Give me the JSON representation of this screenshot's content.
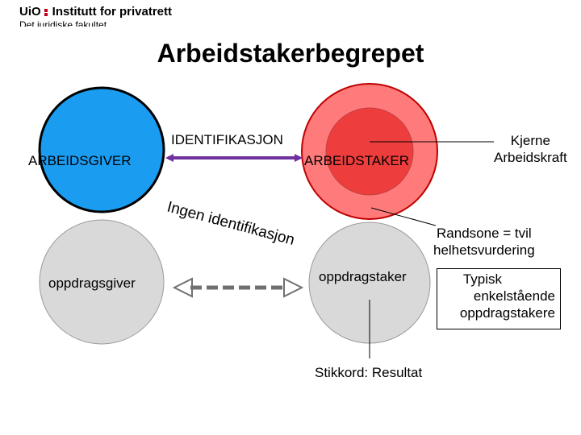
{
  "header": {
    "logo_uio": "UiO",
    "institute": "Institutt for privatrett",
    "faculty": "Det juridiske fakultet"
  },
  "title": "Arbeidstakerbegrepet",
  "labels": {
    "arbeidsgiver": "ARBEIDSGIVER",
    "identifikasjon": "IDENTIFIKASJON",
    "arbeidstaker": "ARBEIDSTAKER",
    "kjerne_line1": "Kjerne",
    "kjerne_line2": "Arbeidskraft",
    "ingen_identifikasjon": "Ingen identifikasjon",
    "randsone_line1": "Randsone = tvil",
    "randsone_line2": "helhetsvurdering",
    "oppdragsgiver": "oppdragsgiver",
    "oppdragstaker": "oppdragstaker",
    "typisk_line1": "Typisk",
    "typisk_line2": "enkelstående",
    "typisk_line3": "oppdragstakere",
    "stikkord": "Stikkord: Resultat"
  },
  "colors": {
    "employer_circle": "#1a9cf0",
    "employee_outer": "#ff7a7a",
    "employee_inner": "#ee3d3d",
    "grey_circle": "#d9d9d9",
    "arrow_purple": "#7030a0",
    "dashed_arrow": "#707070",
    "logo_red": "#c0001a"
  }
}
